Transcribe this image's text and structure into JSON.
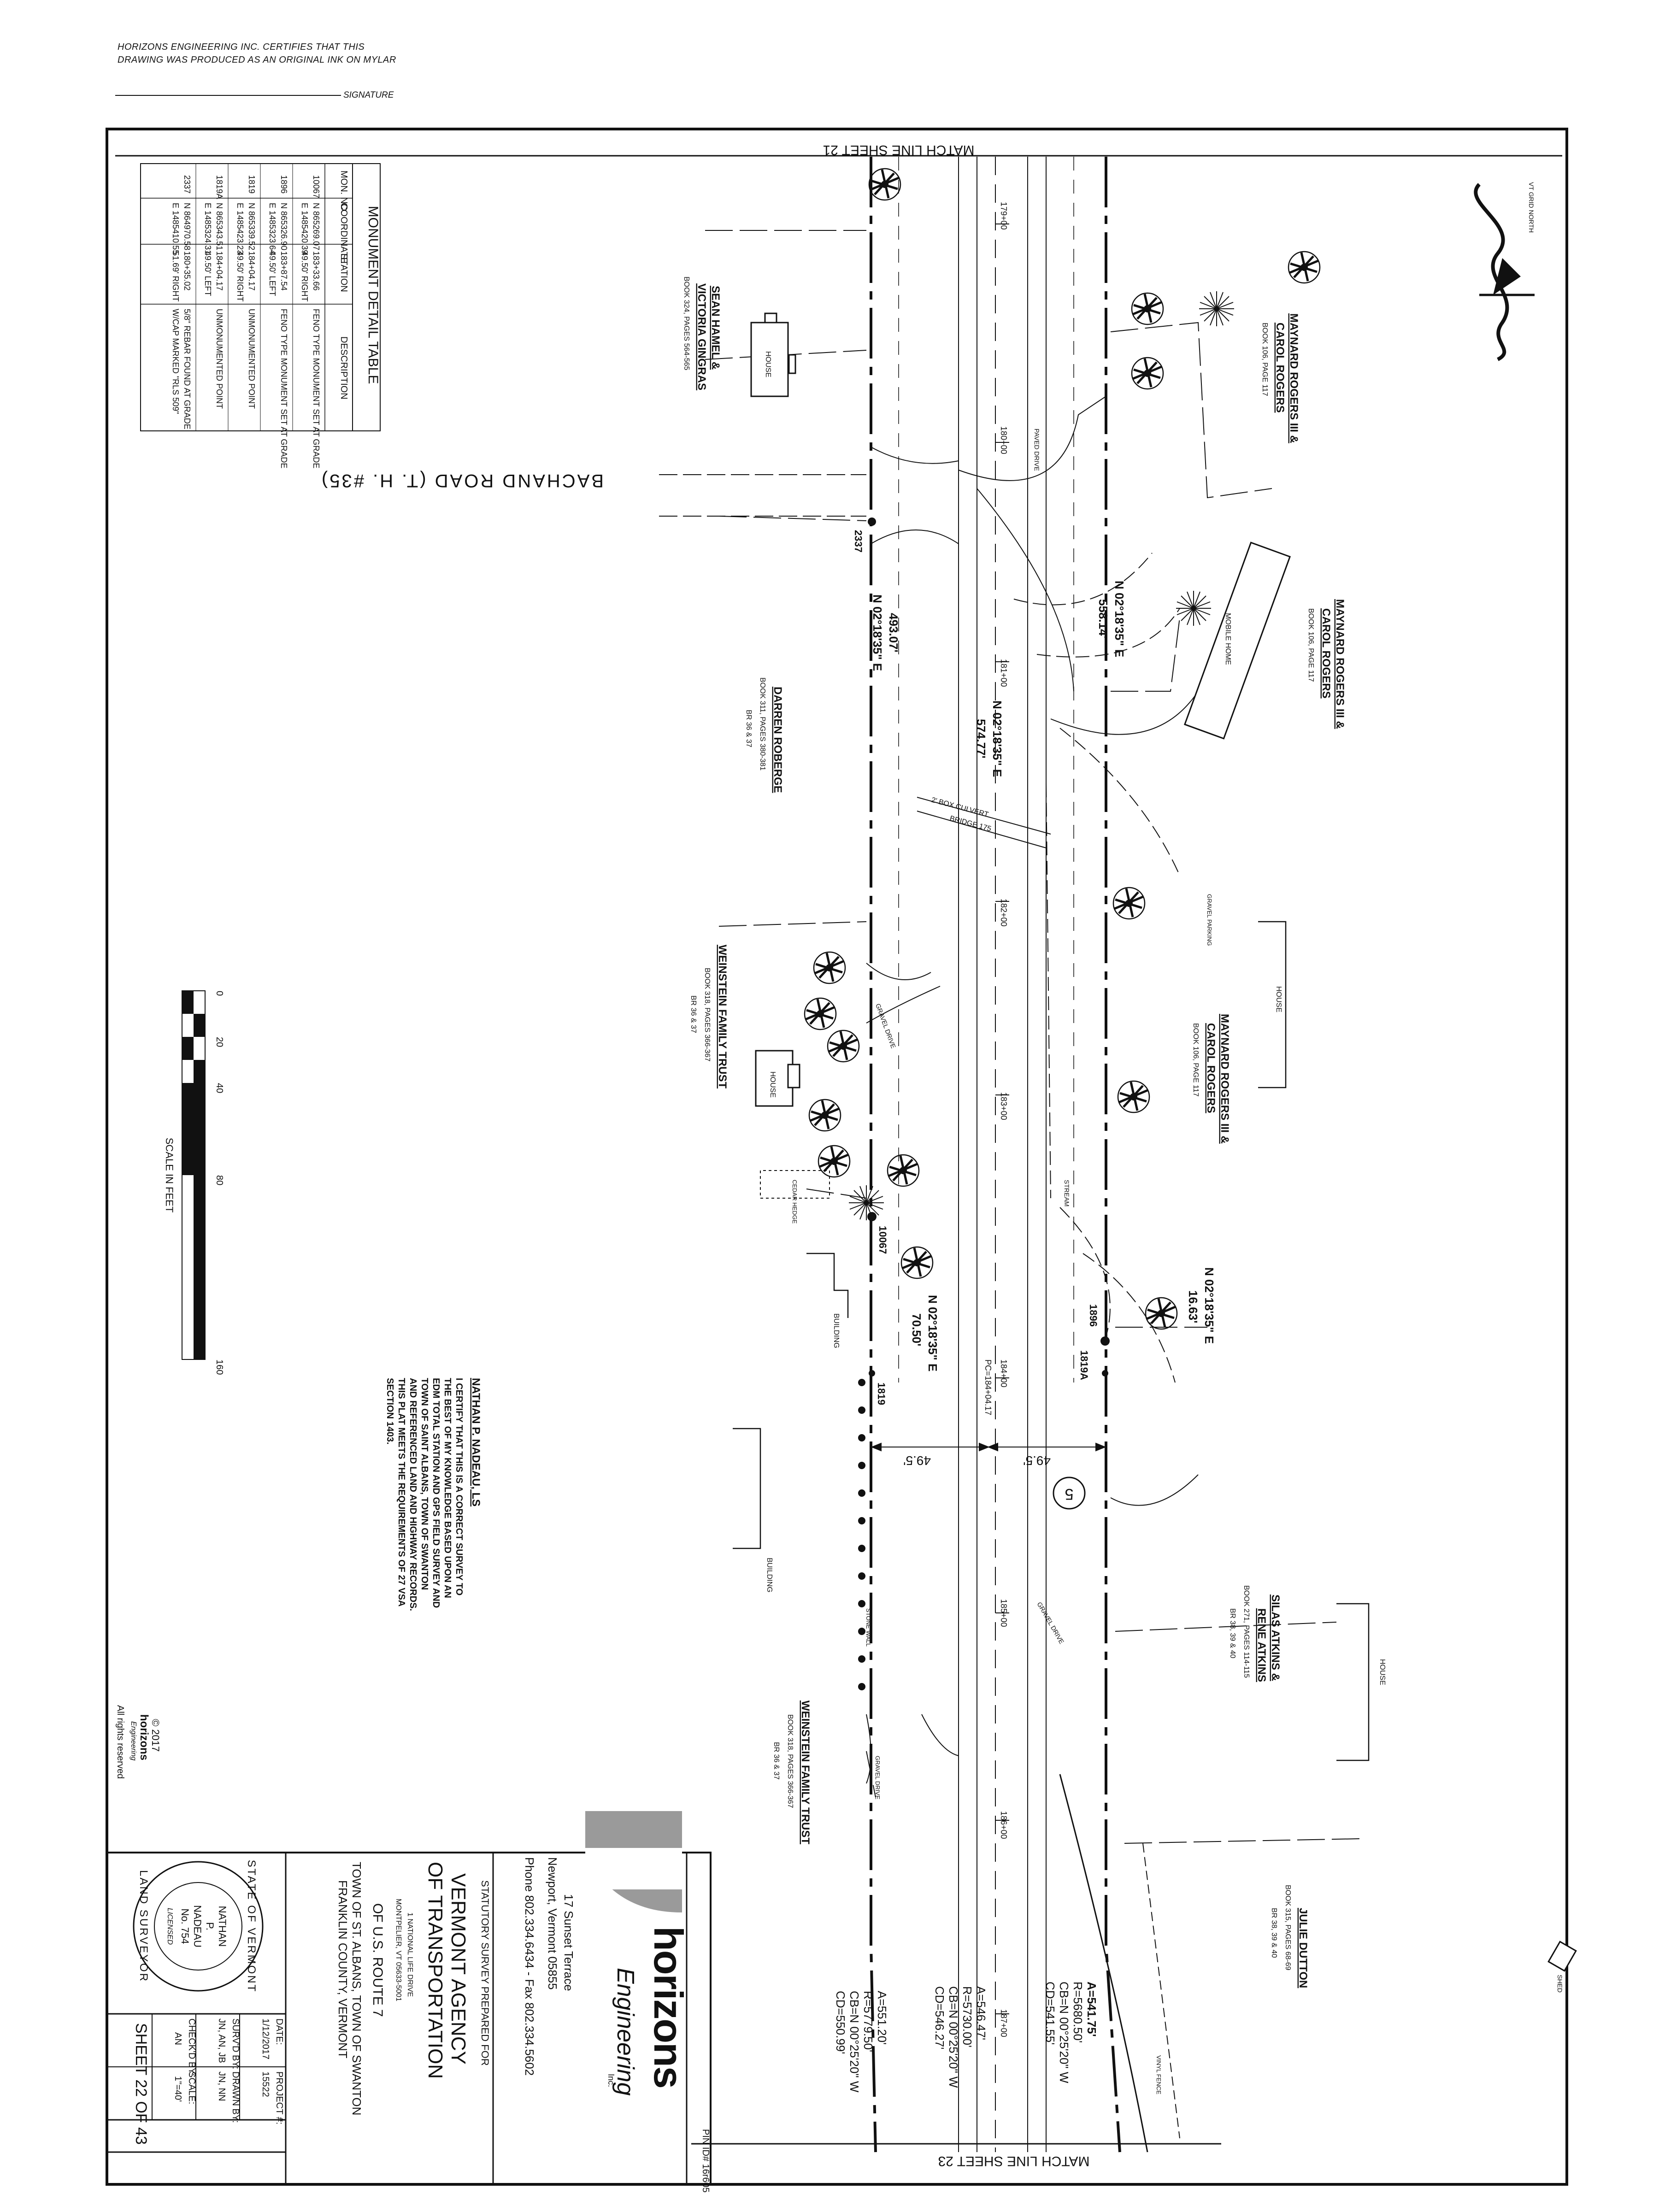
{
  "header": {
    "certify_line1": "HORIZONS ENGINEERING INC. CERTIFIES THAT THIS",
    "certify_line2": "DRAWING WAS PRODUCED AS AN ORIGINAL INK ON MYLAR",
    "signature_label": "SIGNATURE"
  },
  "match_lines": {
    "top": "MATCH LINE SHEET 21",
    "bottom": "MATCH LINE SHEET 23"
  },
  "north_arrow": "VT GRID NORTH",
  "monument_table": {
    "title": "MONUMENT DETAIL TABLE",
    "headers": [
      "MON. NO.",
      "COORDINATE",
      "STATION",
      "DESCRIPTION"
    ],
    "rows": [
      {
        "mon": "10067",
        "n": "N 865269.07",
        "e": "E 1485420.39",
        "sta": "183+33.66",
        "off": "49.50' RIGHT",
        "desc1": "FENO TYPE MONUMENT SET AT GRADE",
        "desc2": ""
      },
      {
        "mon": "1896",
        "n": "N 865326.90",
        "e": "E 1485323.64",
        "sta": "183+87.54",
        "off": "49.50' LEFT",
        "desc1": "FENO TYPE MONUMENT SET AT GRADE",
        "desc2": ""
      },
      {
        "mon": "1819",
        "n": "N 865339.52",
        "e": "E 1485423.23",
        "sta": "184+04.17",
        "off": "49.50' RIGHT",
        "desc1": "UNMONUMENTED POINT",
        "desc2": ""
      },
      {
        "mon": "1819A",
        "n": "N 865343.51",
        "e": "E 1485324.31",
        "sta": "184+04.17",
        "off": "49.50' LEFT",
        "desc1": "UNMONUMENTED POINT",
        "desc2": ""
      },
      {
        "mon": "2337",
        "n": "N 864970.58",
        "e": "E 1485410.55",
        "sta": "180+35.02",
        "off": "51.69' RIGHT",
        "desc1": "5/8\" REBAR FOUND AT GRADE",
        "desc2": "W/CAP MARKED \"RLS 509\""
      }
    ]
  },
  "owners": {
    "sean_hamel": {
      "name1": "SEAN HAMEL &",
      "name2": "VICTORIA GINGRAS",
      "book": "BOOK 324, PAGES 564-565"
    },
    "rogers_1": {
      "name1": "MAYNARD ROGERS III &",
      "name2": "CAROL ROGERS",
      "book": "BOOK 106, PAGE 117"
    },
    "rogers_2": {
      "name1": "MAYNARD ROGERS III &",
      "name2": "CAROL ROGERS",
      "book": "BOOK 106, PAGE 117"
    },
    "rogers_3": {
      "name1": "MAYNARD ROGERS III &",
      "name2": "CAROL ROGERS",
      "book": "BOOK 106, PAGE 117"
    },
    "roberge": {
      "name1": "DARREN ROBERGE",
      "book": "BOOK 311, PAGES 380-381",
      "br": "BR 36 & 37"
    },
    "weinstein_1": {
      "name1": "WEINSTEIN FAMILY TRUST",
      "book": "BOOK 318, PAGES 366-367",
      "br": "BR 36 & 37"
    },
    "weinstein_2": {
      "name1": "WEINSTEIN FAMILY TRUST",
      "book": "BOOK 318, PAGES 366-367",
      "br": "BR 36 & 37"
    },
    "atkins": {
      "name1": "SILAS ATKINS &",
      "name2": "RENE ATKINS",
      "book": "BOOK 271, PAGES 114-115",
      "br": "BR 38, 39 & 40"
    },
    "dutton": {
      "name1": "JULIE DUTTON",
      "book": "BOOK 315, PAGES 68-69",
      "br": "BR 38, 39 & 40"
    }
  },
  "features": {
    "house": "HOUSE",
    "mobile_home": "MOBILE HOME",
    "paved_drive": "PAVED DRIVE",
    "gravel_drive": "GRAVEL DRIVE",
    "gravel_parking": "GRAVEL PARKING",
    "building": "BUILDING",
    "stream": "STREAM",
    "cedar_hedge": "CEDAR HEDGE",
    "stone_wall": "STONE WALL",
    "vinyl_fence": "VINYL FENCE",
    "shed": "SHED",
    "box_culvert": "2' BOX CULVERT",
    "bridge": "BRIDGE 175",
    "road_name": "BACHAND ROAD (T. H. #35)",
    "route_number": "5"
  },
  "stations": [
    "179+00",
    "180+00",
    "181+00",
    "182+00",
    "183+00",
    "184+00",
    "185+00",
    "186+00",
    "187+00"
  ],
  "pc_label": "PC=184+04.17",
  "bearings": {
    "b1": "N 02°18'35\" E",
    "d1": "558.14'",
    "b2": "N 02°18'35\" E",
    "d2": "493.07'",
    "b3": "N 02°18'35\" E",
    "d3": "574.77'",
    "b4": "N 02°18'35\" E",
    "d4": "16.63'",
    "b5": "N 02°18'35\" E",
    "d5": "70.50'"
  },
  "offsets": [
    "49.5'",
    "49.5'"
  ],
  "mon_labels": [
    "2337",
    "10067",
    "1896",
    "1819A",
    "1819"
  ],
  "curves": {
    "c1": [
      "A=541.75'",
      "R=5680.50'",
      "CB=N 00°25'20\" W",
      "CD=541.55'"
    ],
    "c2": [
      "A=546.47'",
      "R=5730.00'",
      "CB=N 00°25'20\" W",
      "CD=546.27'"
    ],
    "c3": [
      "A=551.20'",
      "R=5779.50'",
      "CB=N 00°25'20\" W",
      "CD=550.99'"
    ]
  },
  "scale_bar": {
    "ticks": [
      "0",
      "20",
      "40",
      "80",
      "160"
    ],
    "label": "SCALE IN FEET"
  },
  "certification": {
    "name": "NATHAN P. NADEAU, LS",
    "lines": [
      "I CERTIFY THAT THIS IS A CORRECT SURVEY TO",
      "THE BEST OF MY KNOWLEDGE BASED UPON AN",
      "EDM TOTAL STATION AND GPS FIELD SURVEY AND",
      "TOWN OF SAINT ALBANS, TOWN OF SWANTON",
      "AND REFERENCED LAND AND HIGHWAY RECORDS.",
      "THIS PLAT MEETS THE REQUIREMENTS OF 27 VSA",
      "SECTION 1403."
    ]
  },
  "copyright": {
    "year": "© 2017",
    "brand": "horizons",
    "sub": "Engineering",
    "rights": "All rights reserved"
  },
  "title_block": {
    "pin": "PIN ID# 16r605",
    "company": "horizons",
    "company_sub": "Engineering",
    "company_inc": "Inc.",
    "address1": "17 Sunset Terrace",
    "address2": "Newport, Vermont 05855",
    "phone": "Phone 802.334.6434 - Fax 802.334.5602",
    "prepared": "STATUTORY SURVEY PREPARED FOR",
    "client1": "VERMONT AGENCY",
    "client2": "OF TRANSPORTATION",
    "client_addr1": "1 NATIONAL LIFE DRIVE",
    "client_addr2": "MONTPELIER, VT 05633-5001",
    "project1": "OF U.S. ROUTE 7",
    "project2": "TOWN OF ST. ALBANS, TOWN OF SWANTON",
    "project3": "FRANKLIN COUNTY, VERMONT",
    "date_label": "DATE:",
    "date": "1/12/2017",
    "project_label": "PROJECT #:",
    "project_no": "15522",
    "survd_label": "SURV'D BY:",
    "survd": "JN, AN, JB",
    "drawn_label": "DRAWN BY:",
    "drawn": "JN, NN",
    "checkd_label": "CHECK'D BY:",
    "checkd": "AN",
    "scale_label": "SCALE:",
    "scale": "1\"=40'",
    "sheet": "SHEET 22 OF 43"
  },
  "seal": {
    "ring_top": "STATE OF VERMONT",
    "ring_bottom": "LAND SURVEYOR",
    "name1": "NATHAN",
    "name2": "P.",
    "name3": "NADEAU",
    "number": "No. 754",
    "licensed": "LICENSED"
  }
}
